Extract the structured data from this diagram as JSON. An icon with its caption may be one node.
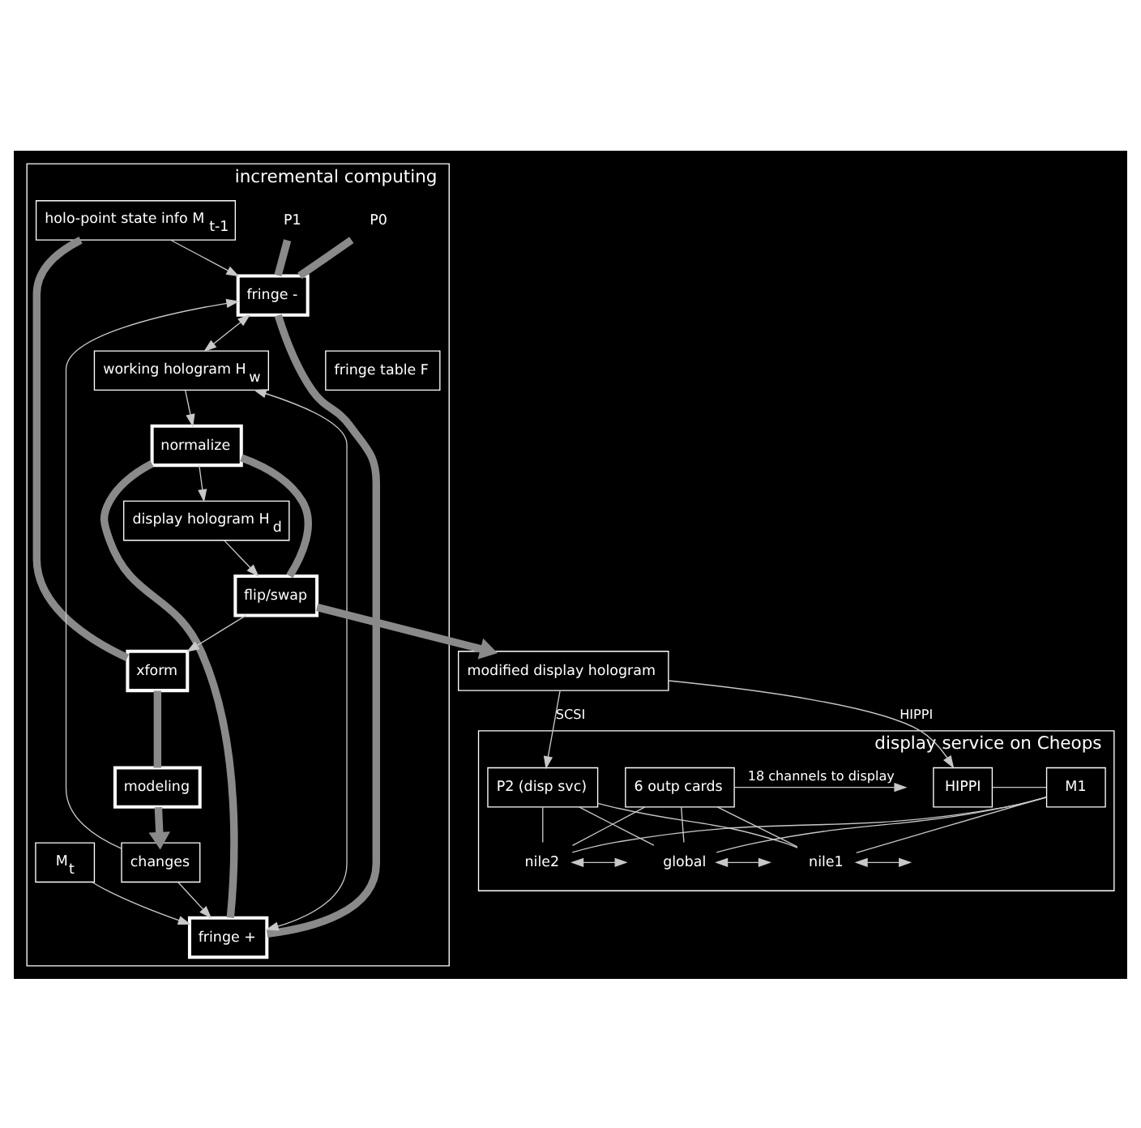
{
  "diagram": {
    "nodes": [
      {
        "text": [
          "incremental computing"
        ]
      },
      {
        "text": [
          "holo-point state info M$_{t-1}$"
        ],
        "in": 0
      },
      {
        "text": [
          "xform"
        ],
        "in": 0
      },
      {
        "text": [
          "modeling"
        ],
        "in": 0
      },
      {
        "text": [
          "changes"
        ],
        "in": 0
      },
      {
        "text": [
          "M$_{t}$"
        ],
        "in": 0
      },
      {
        "text": [
          "P0"
        ],
        "in": 0
      },
      {
        "text": [
          "P1"
        ],
        "in": 0
      },
      {
        "text": [
          "fringe -"
        ],
        "in": 0
      },
      {
        "text": [
          "fringe +"
        ],
        "in": 0
      },
      {
        "text": [
          "normalize"
        ],
        "in": 0
      },
      {
        "text": [
          "flip/swap"
        ],
        "in": 0
      },
      {
        "text": [
          "working hologram H$_{w}$"
        ],
        "in": 0
      },
      {
        "text": [
          "fringe table F"
        ],
        "in": 0
      },
      {
        "text": [
          "display hologram H$_{d}$"
        ],
        "in": 0
      },
      {
        "text": [
          "modified display hologram"
        ]
      },
      {
        "text": [
          "display service on Cheops"
        ]
      },
      {
        "text": [
          "HIPPI"
        ],
        "in": 16
      },
      {
        "text": [
          "M1"
        ],
        "in": 16
      },
      {
        "text": [
          "P2 (disp svc)"
        ],
        "in": 16
      },
      {
        "text": [
          "6 outp cards"
        ],
        "in": 16
      },
      {
        "text": [
          "global"
        ],
        "in": 16
      },
      {
        "text": [
          "nile1"
        ],
        "in": 16
      },
      {
        "text": [
          "nile2"
        ],
        "in": 16
      }
    ],
    "edges": [
      {
        "from": 1,
        "to": 2,
        "arrow": "none",
        "style": "thick",
        "color": "#8a8a8a"
      },
      {
        "from": 2,
        "to": 3,
        "arrow": "none",
        "style": "thick",
        "color": "#8a8a8a"
      },
      {
        "from": 3,
        "to": 4,
        "arrow": "to",
        "style": "thick",
        "color": "#8a8a8a"
      },
      {
        "from": 6,
        "to": 8,
        "arrow": "none",
        "style": "thick",
        "color": "#8a8a8a"
      },
      {
        "from": 7,
        "to": 8,
        "arrow": "none",
        "style": "thick",
        "color": "#8a8a8a"
      },
      {
        "from": 8,
        "to": 9,
        "arrow": "none",
        "style": "thick",
        "color": "#8a8a8a"
      },
      {
        "from": 9,
        "to": 10,
        "arrow": "none",
        "style": "thick",
        "color": "#8a8a8a"
      },
      {
        "from": 10,
        "to": 11,
        "arrow": "none",
        "style": "thick",
        "color": "#8a8a8a"
      },
      {
        "from": 11,
        "to": 15,
        "arrow": "to",
        "style": "thick",
        "color": "#8a8a8a"
      },
      {
        "from": 1,
        "to": 8,
        "arrow": "to"
      },
      {
        "from": 4,
        "to": 8,
        "arrow": "to"
      },
      {
        "from": 4,
        "to": 9,
        "arrow": "to"
      },
      {
        "from": 5,
        "to": 9,
        "arrow": "to"
      },
      {
        "from": 11,
        "to": 2,
        "arrow": "to"
      },
      {
        "from": 8,
        "to": 12,
        "arrow": "both"
      },
      {
        "from": 9,
        "to": 12,
        "arrow": "both"
      },
      {
        "from": 12,
        "to": 10,
        "arrow": "to"
      },
      {
        "from": 10,
        "to": 14,
        "arrow": "to"
      },
      {
        "from": 14,
        "to": 11,
        "arrow": "to"
      },
      {
        "from": 15,
        "to": 17,
        "arrow": "to",
        "label": "HIPPI"
      },
      {
        "from": 15,
        "to": 19,
        "arrow": "to",
        "label": "SCSI"
      },
      {
        "from": 17,
        "to": 18,
        "arrow": "none"
      },
      {
        "from": 18,
        "to": 21,
        "arrow": "none"
      },
      {
        "from": 18,
        "to": 22,
        "arrow": "none"
      },
      {
        "from": 18,
        "to": 23,
        "arrow": "none"
      },
      {
        "from": 19,
        "to": 21,
        "arrow": "none"
      },
      {
        "from": 19,
        "to": 22,
        "arrow": "none"
      },
      {
        "from": 19,
        "to": 23,
        "arrow": "none"
      },
      {
        "from": 20,
        "to": 21,
        "arrow": "none"
      },
      {
        "from": 20,
        "to": 22,
        "arrow": "none"
      },
      {
        "from": 20,
        "to": 23,
        "arrow": "none"
      },
      {
        "from": 21,
        "to": null,
        "arrow": "both"
      },
      {
        "from": 22,
        "to": null,
        "arrow": "both"
      },
      {
        "from": 23,
        "to": null,
        "arrow": "both"
      },
      {
        "from": 20,
        "to": null,
        "arrow": "to",
        "label": "18 channels to display"
      }
    ]
  }
}
